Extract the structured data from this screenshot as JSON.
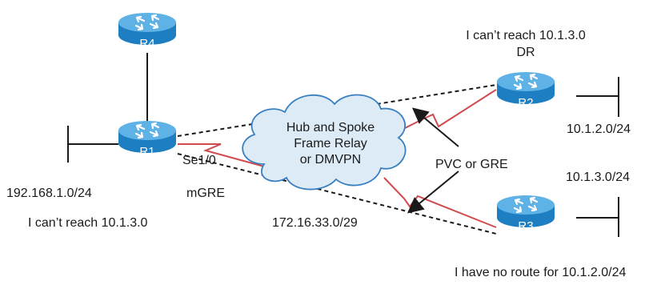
{
  "colors": {
    "router_body": "#1d7fc1",
    "router_top": "#5fb2e6",
    "serial": "#d04a4e",
    "cloud_fill": "#dcebf6",
    "cloud_stroke": "#3a7fc0",
    "line": "#1a1a1a"
  },
  "routers": {
    "r1": "R1",
    "r2": "R2",
    "r3": "R3",
    "r4": "R4"
  },
  "cloud": {
    "line1": "Hub and Spoke",
    "line2": "Frame Relay",
    "line3": "or DMVPN"
  },
  "labels": {
    "r2_warning": "I can’t reach 10.1.3.0",
    "r2_role": "DR",
    "r2_lan": "10.1.2.0/24",
    "r3_lan": "10.1.3.0/24",
    "r3_warning": "I have no route for 10.1.2.0/24",
    "r1_interface": "Se1/0",
    "r1_tunnel": "mGRE",
    "r1_lan": "192.168.1.0/24",
    "r1_warning": "I can’t reach 10.1.3.0",
    "subnet": "172.16.33.0/29",
    "pvc": "PVC or GRE"
  },
  "icons": [
    "router-icon",
    "cloud-icon",
    "serial-link-icon",
    "arrow-icon"
  ]
}
